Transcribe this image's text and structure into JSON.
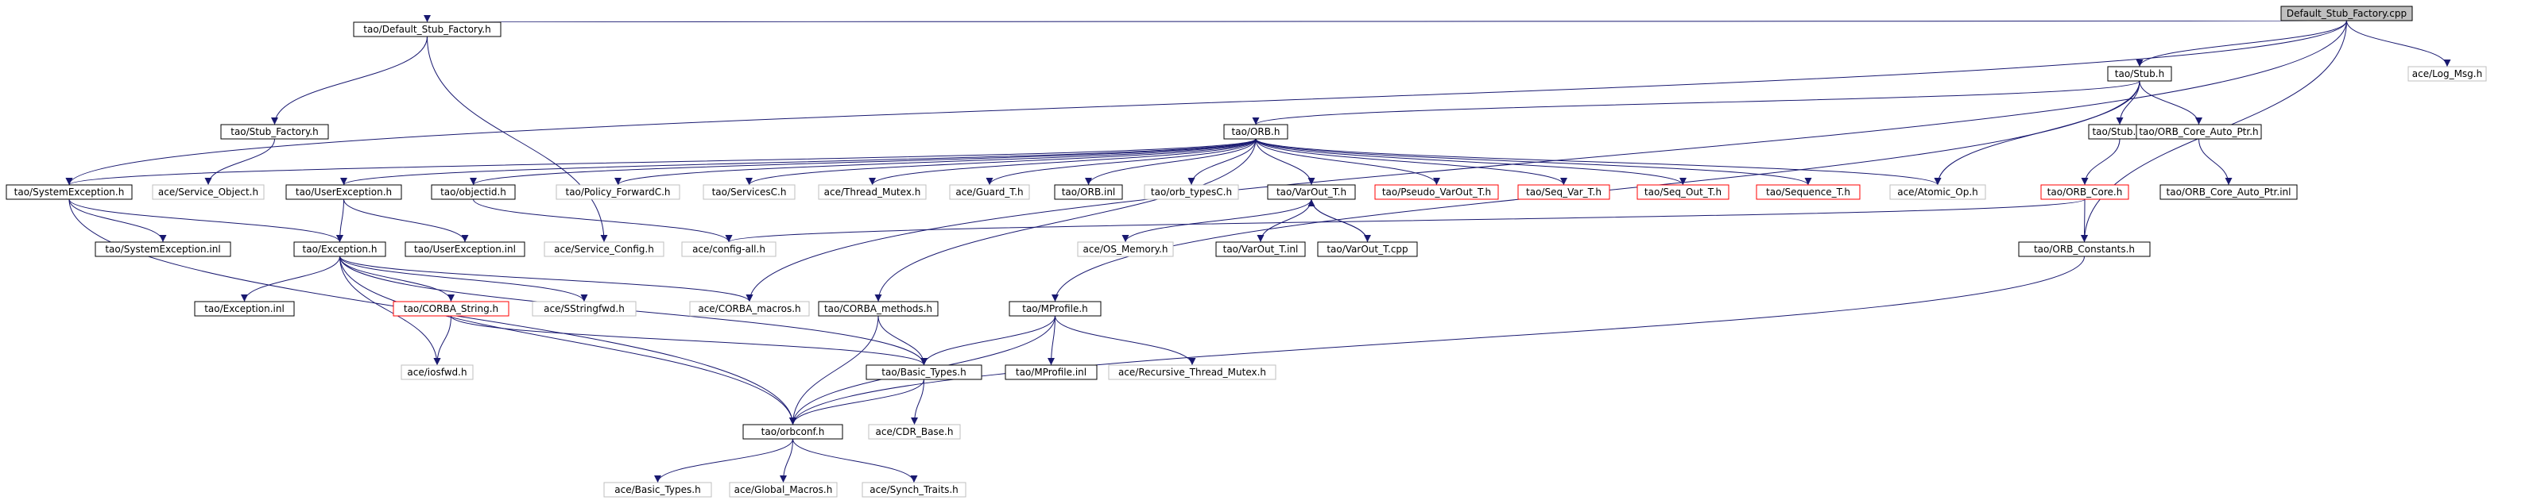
{
  "graph": {
    "colors": {
      "edge": "#191970",
      "root_fill": "#bfbfbf",
      "normal_border": "#000000",
      "red_border": "#ff0000",
      "gray_border": "#bfbfbf",
      "box_fill": "#ffffff"
    },
    "nodes": [
      {
        "id": "root",
        "label": "Default_Stub_Factory.cpp",
        "style": "root"
      },
      {
        "id": "dsf_h",
        "label": "tao/Default_Stub_Factory.h",
        "style": "normal"
      },
      {
        "id": "stub_h",
        "label": "tao/Stub.h",
        "style": "normal"
      },
      {
        "id": "log_msg",
        "label": "ace/Log_Msg.h",
        "style": "gray"
      },
      {
        "id": "stub_factory",
        "label": "tao/Stub_Factory.h",
        "style": "normal"
      },
      {
        "id": "orb_h",
        "label": "tao/ORB.h",
        "style": "normal"
      },
      {
        "id": "stub_inl",
        "label": "tao/Stub.inl",
        "style": "normal"
      },
      {
        "id": "orb_core_auto",
        "label": "tao/ORB_Core_Auto_Ptr.h",
        "style": "normal"
      },
      {
        "id": "service_object",
        "label": "ace/Service_Object.h",
        "style": "gray"
      },
      {
        "id": "orb_core_auto_inl",
        "label": "tao/ORB_Core_Auto_Ptr.inl",
        "style": "normal"
      },
      {
        "id": "sysexc_h",
        "label": "tao/SystemException.h",
        "style": "normal"
      },
      {
        "id": "userexc_h",
        "label": "tao/UserException.h",
        "style": "normal"
      },
      {
        "id": "objectid",
        "label": "tao/objectid.h",
        "style": "normal"
      },
      {
        "id": "policy_fwd",
        "label": "tao/Policy_ForwardC.h",
        "style": "gray"
      },
      {
        "id": "servicesc",
        "label": "tao/ServicesC.h",
        "style": "gray"
      },
      {
        "id": "thread_mutex",
        "label": "ace/Thread_Mutex.h",
        "style": "gray"
      },
      {
        "id": "guard_t",
        "label": "ace/Guard_T.h",
        "style": "gray"
      },
      {
        "id": "orb_inl",
        "label": "tao/ORB.inl",
        "style": "normal"
      },
      {
        "id": "orb_typesc",
        "label": "tao/orb_typesC.h",
        "style": "gray"
      },
      {
        "id": "varout_h",
        "label": "tao/VarOut_T.h",
        "style": "normal"
      },
      {
        "id": "pseudo_varout",
        "label": "tao/Pseudo_VarOut_T.h",
        "style": "red"
      },
      {
        "id": "seq_var",
        "label": "tao/Seq_Var_T.h",
        "style": "red"
      },
      {
        "id": "seq_out",
        "label": "tao/Seq_Out_T.h",
        "style": "red"
      },
      {
        "id": "sequence_t",
        "label": "tao/Sequence_T.h",
        "style": "red"
      },
      {
        "id": "atomic_op",
        "label": "ace/Atomic_Op.h",
        "style": "gray"
      },
      {
        "id": "orb_core_h",
        "label": "tao/ORB_Core.h",
        "style": "red"
      },
      {
        "id": "sysexc_inl",
        "label": "tao/SystemException.inl",
        "style": "normal"
      },
      {
        "id": "exception_h",
        "label": "tao/Exception.h",
        "style": "normal"
      },
      {
        "id": "userexc_inl",
        "label": "tao/UserException.inl",
        "style": "normal"
      },
      {
        "id": "service_config",
        "label": "ace/Service_Config.h",
        "style": "gray"
      },
      {
        "id": "config_all",
        "label": "ace/config-all.h",
        "style": "gray"
      },
      {
        "id": "os_memory",
        "label": "ace/OS_Memory.h",
        "style": "gray"
      },
      {
        "id": "varout_inl",
        "label": "tao/VarOut_T.inl",
        "style": "normal"
      },
      {
        "id": "varout_cpp",
        "label": "tao/VarOut_T.cpp",
        "style": "normal"
      },
      {
        "id": "orb_constants",
        "label": "tao/ORB_Constants.h",
        "style": "normal"
      },
      {
        "id": "exception_inl",
        "label": "tao/Exception.inl",
        "style": "normal"
      },
      {
        "id": "corba_string",
        "label": "tao/CORBA_String.h",
        "style": "red"
      },
      {
        "id": "sstringfwd",
        "label": "ace/SStringfwd.h",
        "style": "gray"
      },
      {
        "id": "corba_macros",
        "label": "ace/CORBA_macros.h",
        "style": "gray"
      },
      {
        "id": "corba_methods",
        "label": "tao/CORBA_methods.h",
        "style": "normal"
      },
      {
        "id": "mprofile_h",
        "label": "tao/MProfile.h",
        "style": "normal"
      },
      {
        "id": "iosfwd",
        "label": "ace/iosfwd.h",
        "style": "gray"
      },
      {
        "id": "basic_types_tao",
        "label": "tao/Basic_Types.h",
        "style": "normal"
      },
      {
        "id": "mprofile_inl",
        "label": "tao/MProfile.inl",
        "style": "normal"
      },
      {
        "id": "recursive_mutex",
        "label": "ace/Recursive_Thread_Mutex.h",
        "style": "gray"
      },
      {
        "id": "orbconf",
        "label": "tao/orbconf.h",
        "style": "normal"
      },
      {
        "id": "cdr_base",
        "label": "ace/CDR_Base.h",
        "style": "gray"
      },
      {
        "id": "basic_types_ace",
        "label": "ace/Basic_Types.h",
        "style": "gray"
      },
      {
        "id": "global_macros",
        "label": "ace/Global_Macros.h",
        "style": "gray"
      },
      {
        "id": "synch_traits",
        "label": "ace/Synch_Traits.h",
        "style": "gray"
      }
    ],
    "edges": [
      [
        "root",
        "dsf_h"
      ],
      [
        "root",
        "stub_h"
      ],
      [
        "root",
        "log_msg"
      ],
      [
        "root",
        "sysexc_h"
      ],
      [
        "root",
        "orb_constants"
      ],
      [
        "root",
        "corba_macros"
      ],
      [
        "dsf_h",
        "stub_factory"
      ],
      [
        "dsf_h",
        "service_config"
      ],
      [
        "stub_factory",
        "service_object"
      ],
      [
        "stub_h",
        "orb_h"
      ],
      [
        "stub_h",
        "stub_inl"
      ],
      [
        "stub_h",
        "orb_core_auto"
      ],
      [
        "stub_h",
        "atomic_op"
      ],
      [
        "stub_h",
        "mprofile_h"
      ],
      [
        "stub_inl",
        "orb_core_h"
      ],
      [
        "orb_core_auto",
        "orb_core_auto_inl"
      ],
      [
        "orb_core_h",
        "orb_constants"
      ],
      [
        "orb_core_h",
        "config_all"
      ],
      [
        "orb_h",
        "userexc_h"
      ],
      [
        "orb_h",
        "objectid"
      ],
      [
        "orb_h",
        "policy_fwd"
      ],
      [
        "orb_h",
        "servicesc"
      ],
      [
        "orb_h",
        "thread_mutex"
      ],
      [
        "orb_h",
        "guard_t"
      ],
      [
        "orb_h",
        "orb_inl"
      ],
      [
        "orb_h",
        "orb_typesc"
      ],
      [
        "orb_h",
        "varout_h"
      ],
      [
        "orb_h",
        "pseudo_varout"
      ],
      [
        "orb_h",
        "seq_var"
      ],
      [
        "orb_h",
        "seq_out"
      ],
      [
        "orb_h",
        "sequence_t"
      ],
      [
        "orb_h",
        "atomic_op"
      ],
      [
        "orb_h",
        "corba_methods"
      ],
      [
        "orb_h",
        "sysexc_h"
      ],
      [
        "sysexc_h",
        "sysexc_inl"
      ],
      [
        "sysexc_h",
        "exception_h"
      ],
      [
        "sysexc_h",
        "orbconf"
      ],
      [
        "userexc_h",
        "exception_h"
      ],
      [
        "userexc_h",
        "userexc_inl"
      ],
      [
        "objectid",
        "config_all"
      ],
      [
        "varout_h",
        "os_memory"
      ],
      [
        "varout_h",
        "varout_inl"
      ],
      [
        "varout_h",
        "varout_cpp"
      ],
      [
        "varout_cpp",
        "varout_h"
      ],
      [
        "orb_constants",
        "orbconf"
      ],
      [
        "exception_h",
        "exception_inl"
      ],
      [
        "exception_h",
        "corba_string"
      ],
      [
        "exception_h",
        "sstringfwd"
      ],
      [
        "exception_h",
        "corba_macros"
      ],
      [
        "exception_h",
        "iosfwd"
      ],
      [
        "exception_h",
        "orbconf"
      ],
      [
        "exception_h",
        "basic_types_tao"
      ],
      [
        "corba_string",
        "iosfwd"
      ],
      [
        "corba_string",
        "basic_types_tao"
      ],
      [
        "corba_methods",
        "basic_types_tao"
      ],
      [
        "corba_methods",
        "orbconf"
      ],
      [
        "mprofile_h",
        "mprofile_inl"
      ],
      [
        "mprofile_h",
        "recursive_mutex"
      ],
      [
        "mprofile_h",
        "basic_types_tao"
      ],
      [
        "mprofile_h",
        "orbconf"
      ],
      [
        "basic_types_tao",
        "orbconf"
      ],
      [
        "basic_types_tao",
        "cdr_base"
      ],
      [
        "orbconf",
        "basic_types_ace"
      ],
      [
        "orbconf",
        "global_macros"
      ],
      [
        "orbconf",
        "synch_traits"
      ]
    ]
  }
}
